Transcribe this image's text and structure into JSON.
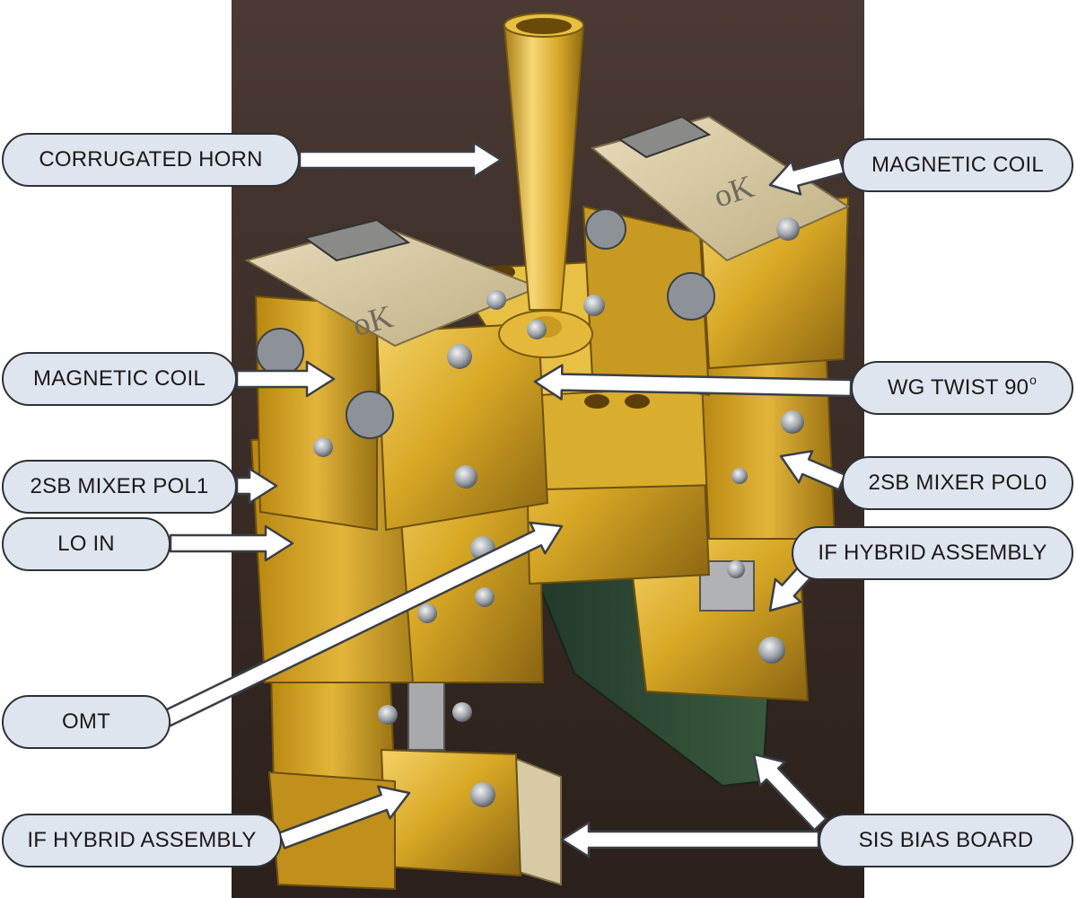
{
  "labels": {
    "corrugated_horn": "CORRUGATED HORN",
    "magnetic_coil_right": "MAGNETIC COIL",
    "magnetic_coil_left": "MAGNETIC COIL",
    "wg_twist": "WG TWIST 90",
    "wg_twist_sup": "o",
    "mixer_pol1": "2SB MIXER POL1",
    "mixer_pol0": "2SB MIXER POL0",
    "lo_in": "LO IN",
    "if_hybrid_right": "IF HYBRID ASSEMBLY",
    "omt": "OMT",
    "if_hybrid_left": "IF HYBRID ASSEMBLY",
    "sis_bias_board": "SIS BIAS BOARD"
  },
  "board_marks": {
    "left_board": "oK",
    "right_board": "oK"
  },
  "colors": {
    "background_photo": "#3a2c26",
    "gold": "#d8a825",
    "gold_light": "#f3d267",
    "gold_dark": "#8a6512",
    "pcb_beige": "#d7cba6",
    "pcb_green": "#2d4630",
    "label_fill": "#dfe5ef",
    "label_border": "#2e3136",
    "arrow_fill": "#ffffff",
    "arrow_stroke": "#3a3f48"
  }
}
